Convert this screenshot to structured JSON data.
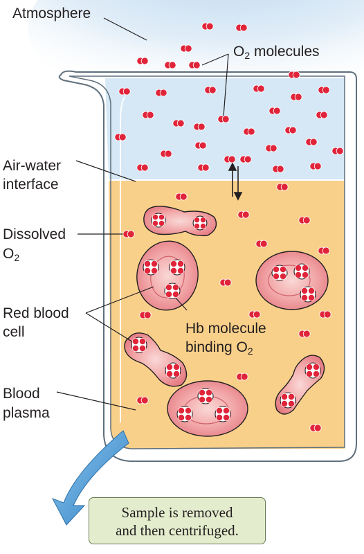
{
  "labels": {
    "atmosphere": "Atmosphere",
    "o2_molecules_prefix": "O",
    "o2_molecules_sub": "2",
    "o2_molecules_suffix": " molecules",
    "air_water_line1": "Air-water",
    "air_water_line2": "interface",
    "dissolved_line1": "Dissolved",
    "dissolved_o2_prefix": "O",
    "dissolved_o2_sub": "2",
    "rbc_line1": "Red blood",
    "rbc_line2": "cell",
    "hb_line1": "Hb molecule",
    "hb_line2_prefix": "binding O",
    "hb_line2_sub": "2",
    "plasma_line1": "Blood",
    "plasma_line2": "plasma"
  },
  "note": {
    "line1": "Sample is removed",
    "line2": "and then centrifuged."
  },
  "colors": {
    "plasma": "#f9d08a",
    "air": "#d8e9f6",
    "cell": "#ec8a90",
    "molecule": "#e0243a",
    "beaker_edge": "#5f6f7c",
    "arrow": "#4ba0dc",
    "note_bg": "#e3eccd"
  }
}
